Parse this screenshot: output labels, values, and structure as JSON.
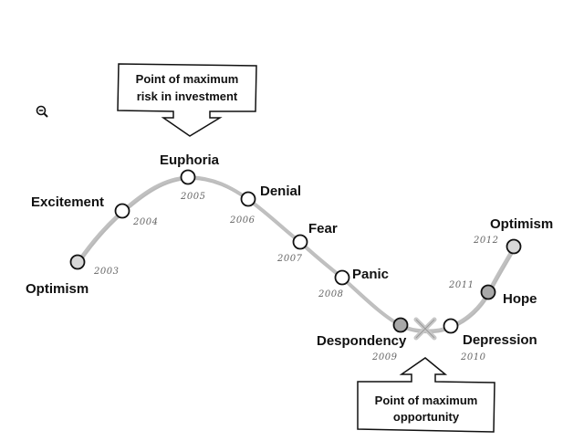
{
  "diagram": {
    "title": "Investor emotion cycle",
    "stages": [
      {
        "label": "Optimism",
        "year": "2003",
        "fill": "#d8d8d8"
      },
      {
        "label": "Excitement",
        "year": "2004",
        "fill": "#ffffff"
      },
      {
        "label": "Euphoria",
        "year": "2005",
        "fill": "#ffffff"
      },
      {
        "label": "Denial",
        "year": "2006",
        "fill": "#ffffff"
      },
      {
        "label": "Fear",
        "year": "2007",
        "fill": "#ffffff"
      },
      {
        "label": "Panic",
        "year": "2008",
        "fill": "#ffffff"
      },
      {
        "label": "Despondency",
        "year": "2009",
        "fill": "#a8a8a8"
      },
      {
        "label": "Depression",
        "year": "2010",
        "fill": "#ffffff"
      },
      {
        "label": "Hope",
        "year": "2011",
        "fill": "#a8a8a8"
      },
      {
        "label": "Optimism",
        "year": "2012",
        "fill": "#d8d8d8"
      }
    ],
    "callouts": {
      "top": {
        "line1": "Point of maximum",
        "line2": "risk in investment"
      },
      "bottom": {
        "line1": "Point of maximum",
        "line2": "opportunity"
      }
    },
    "colors": {
      "curve": "#b5b5b5",
      "curve_shadow": "#8a8a8a",
      "outline": "#111111",
      "cross_mark": "#c8c8c8"
    }
  },
  "icons": {
    "zoom": "zoom-out-icon"
  }
}
